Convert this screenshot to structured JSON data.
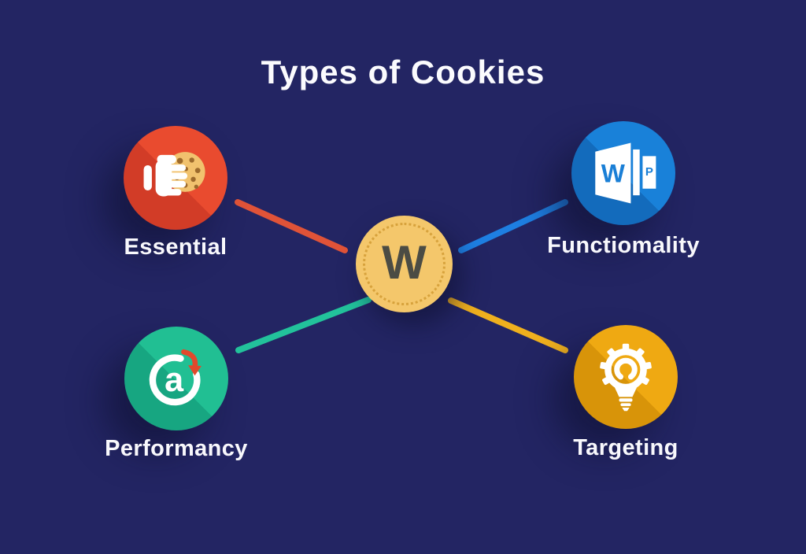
{
  "background_color": "#232563",
  "title": "Types of Cookies",
  "center": {
    "label": "W",
    "coin_color": "#F4C76B",
    "ring_color": "#D7A23C",
    "letter_color": "#4B4C44"
  },
  "icon_letters": {
    "word_main": "W",
    "word_page": "P",
    "at": "a"
  },
  "nodes": [
    {
      "id": "essential",
      "label": "Essential",
      "icon": "hand-cookie-icon",
      "color": "#E94B2F",
      "color_dark": "#D23C27",
      "line_color": "#E05338"
    },
    {
      "id": "functionality",
      "label": "Functiomality",
      "icon": "word-document-icon",
      "color": "#1981D9",
      "color_dark": "#136BBC",
      "line_color": "#1E7FE2"
    },
    {
      "id": "performance",
      "label": "Performancy",
      "icon": "at-refresh-icon",
      "color": "#21BF93",
      "color_dark": "#17A681",
      "line_color": "#22C29B"
    },
    {
      "id": "targeting",
      "label": "Targeting",
      "icon": "gear-lightbulb-icon",
      "color": "#EFA912",
      "color_dark": "#D89409",
      "line_color": "#EFB01E"
    }
  ]
}
